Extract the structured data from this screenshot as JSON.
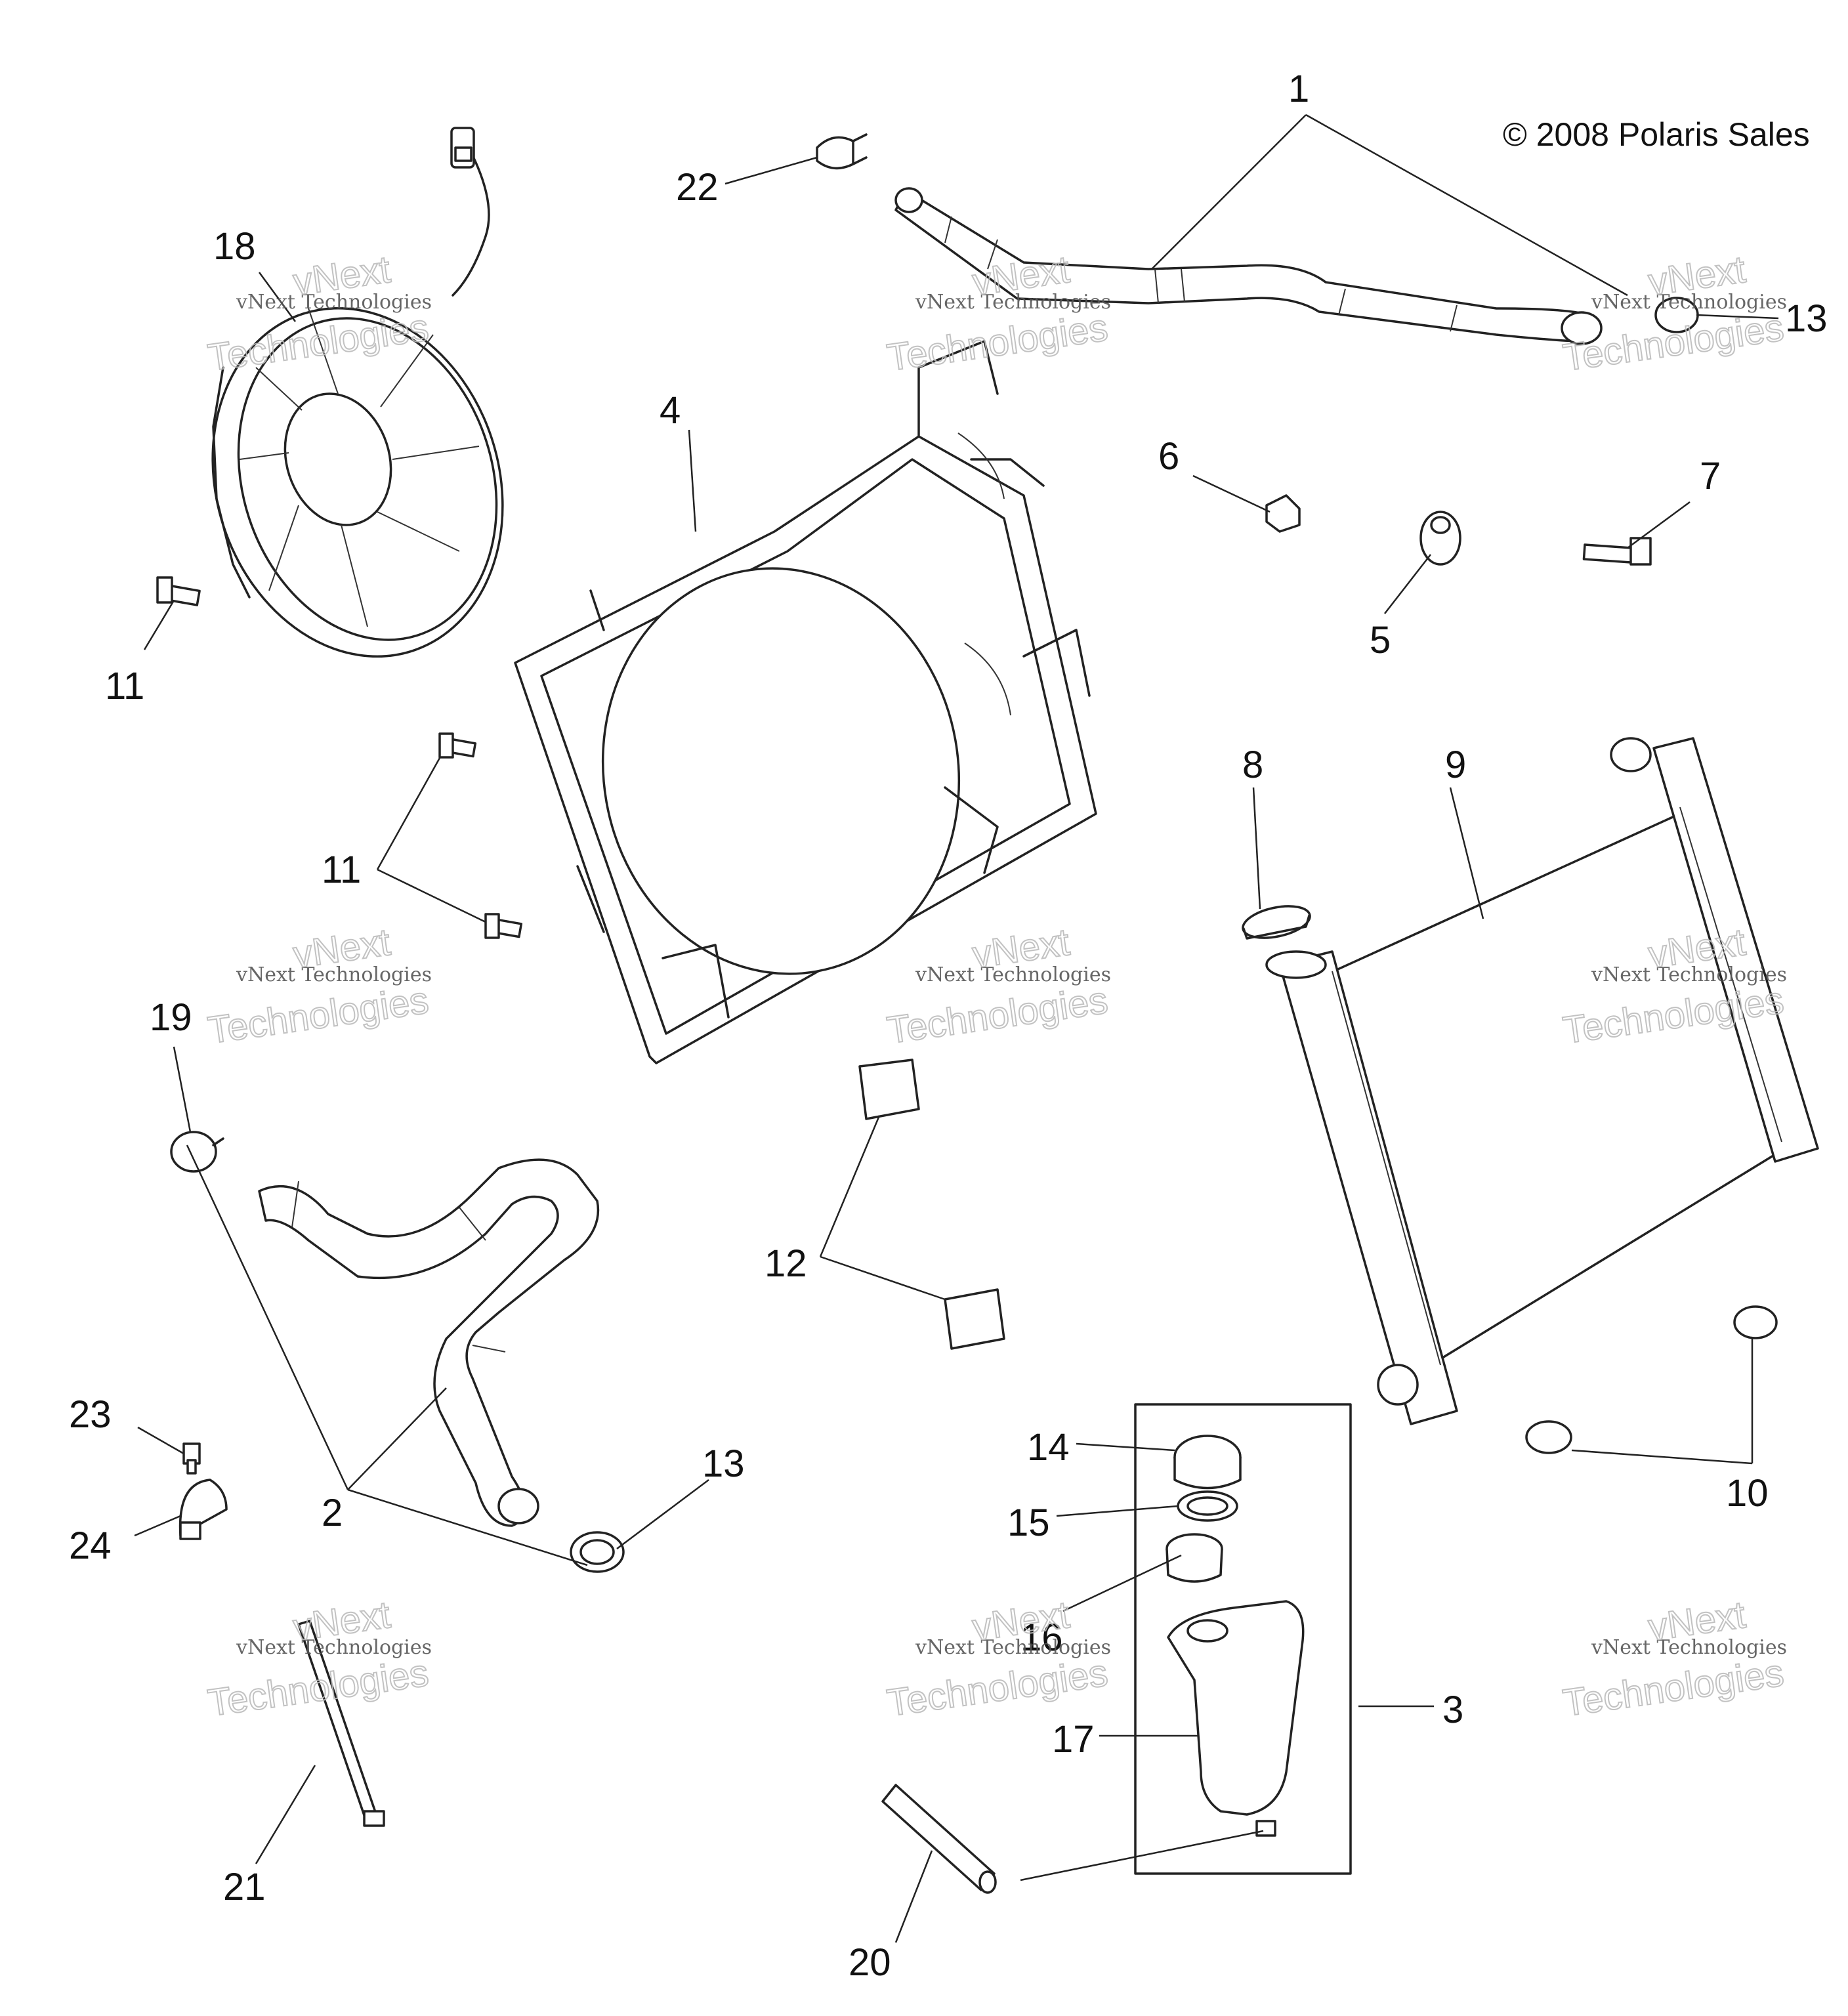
{
  "copyright": "© 2008 Polaris Sales",
  "watermark": {
    "line1": "vNext Technologies",
    "line2": "vNext",
    "line3": "Technologies"
  },
  "callouts": {
    "c1": "1",
    "c2": "2",
    "c3": "3",
    "c4": "4",
    "c5": "5",
    "c6": "6",
    "c7": "7",
    "c8": "8",
    "c9": "9",
    "c10": "10",
    "c11a": "11",
    "c11b": "11",
    "c12": "12",
    "c13a": "13",
    "c13b": "13",
    "c14": "14",
    "c15": "15",
    "c16": "16",
    "c17": "17",
    "c18": "18",
    "c19": "19",
    "c20": "20",
    "c21": "21",
    "c22": "22",
    "c23": "23",
    "c24": "24"
  }
}
